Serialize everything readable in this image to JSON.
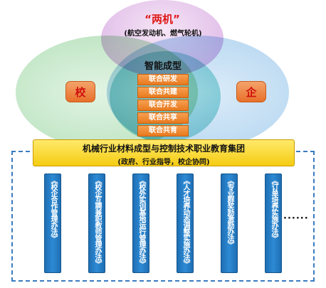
{
  "top_circle": {
    "title": "“两机”",
    "subtitle": "(航空发动机、燃气轮机)"
  },
  "left_label": "校",
  "right_label": "企",
  "center": {
    "title": "智能成型",
    "items": [
      "联合研发",
      "联合共建",
      "联合开发",
      "联合共享",
      "联合共育"
    ]
  },
  "group": {
    "title": "机械行业材料成型与控制技术职业教育集团",
    "subtitle": "(政府、行业指导，校企协同)"
  },
  "columns": [
    "《校企合作管理办法》",
    "《校企互聘兼职教师管理办法》",
    "《校外实训基地运行管理办法》",
    "《人才培养动态调整实施办法》",
    "《专业群奖励激励办法》",
    "《订单培养实施办法》"
  ],
  "more": "······",
  "colors": {
    "accent_red": "#e01818",
    "pill_orange": "#e9791e",
    "banner_yellow": "#f5cc12",
    "column_blue": "#1e6fb4",
    "frame_blue": "#3a7bc0"
  }
}
